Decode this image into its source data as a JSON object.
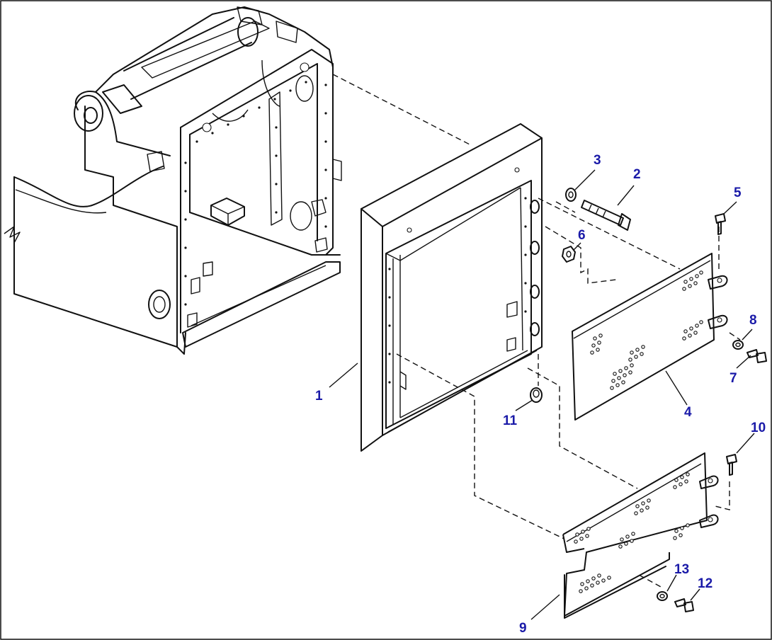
{
  "diagram": {
    "callouts": [
      {
        "id": "c1",
        "label": "1"
      },
      {
        "id": "c2",
        "label": "2"
      },
      {
        "id": "c3",
        "label": "3"
      },
      {
        "id": "c4",
        "label": "4"
      },
      {
        "id": "c5",
        "label": "5"
      },
      {
        "id": "c6",
        "label": "6"
      },
      {
        "id": "c7",
        "label": "7"
      },
      {
        "id": "c8",
        "label": "8"
      },
      {
        "id": "c9",
        "label": "9"
      },
      {
        "id": "c10",
        "label": "10"
      },
      {
        "id": "c11",
        "label": "11"
      },
      {
        "id": "c12",
        "label": "12"
      },
      {
        "id": "c13",
        "label": "13"
      }
    ],
    "colors": {
      "callout_text": "#1a1aa8",
      "line_art": "#111111",
      "background": "#ffffff"
    }
  }
}
